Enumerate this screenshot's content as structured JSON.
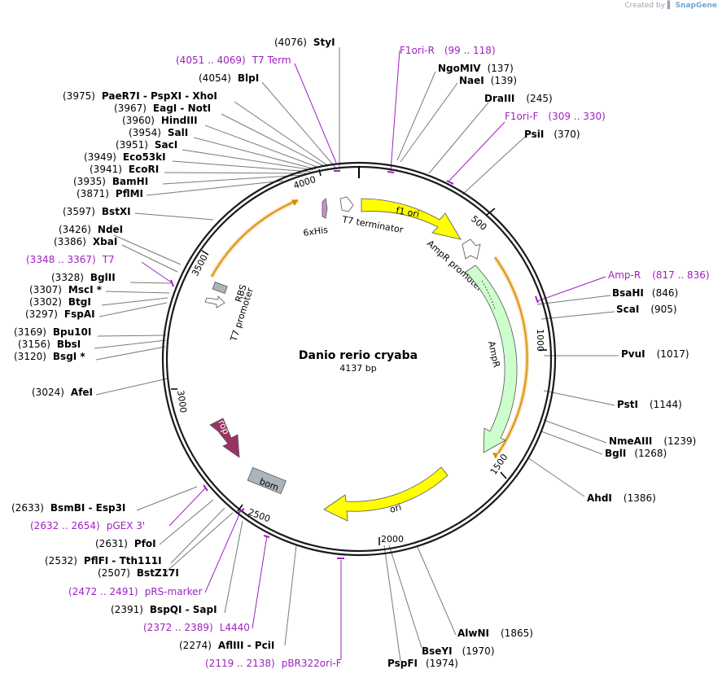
{
  "plasmid": {
    "name": "Danio rerio cryaba",
    "length": "4137 bp"
  },
  "watermark": {
    "prefix": "Created by",
    "brand": "SnapGene"
  },
  "ticks": [
    "500",
    "1000",
    "1500",
    "2000",
    "2500",
    "3000",
    "3500",
    "4000"
  ],
  "features": {
    "f1ori": "f1 ori",
    "ampr": "AmpR",
    "ampr_promoter": "AmpR promoter",
    "ori": "ori",
    "bom": "bom",
    "rop": "rop",
    "t7_promoter": "T7 promoter",
    "rbs": "RBS",
    "his": "6xHis",
    "t7_terminator": "T7 terminator"
  },
  "enzymes_left": [
    {
      "pos": "(4076)",
      "name": "StyI"
    },
    {
      "pos": "(4054)",
      "name": "BlpI"
    },
    {
      "pos": "(3975)",
      "name": "PaeR7I  - PspXI  - XhoI"
    },
    {
      "pos": "(3967)",
      "name": "EagI  - NotI"
    },
    {
      "pos": "(3960)",
      "name": "HindIII"
    },
    {
      "pos": "(3954)",
      "name": "SalI"
    },
    {
      "pos": "(3951)",
      "name": "SacI"
    },
    {
      "pos": "(3949)",
      "name": "Eco53kI"
    },
    {
      "pos": "(3941)",
      "name": "EcoRI"
    },
    {
      "pos": "(3935)",
      "name": "BamHI"
    },
    {
      "pos": "(3871)",
      "name": "PflMI"
    },
    {
      "pos": "(3597)",
      "name": "BstXI"
    },
    {
      "pos": "(3426)",
      "name": "NdeI"
    },
    {
      "pos": "(3386)",
      "name": "XbaI"
    },
    {
      "pos": "(3328)",
      "name": "BglII"
    },
    {
      "pos": "(3307)",
      "name": "MscI *"
    },
    {
      "pos": "(3302)",
      "name": "BtgI"
    },
    {
      "pos": "(3297)",
      "name": "FspAI"
    },
    {
      "pos": "(3169)",
      "name": "Bpu10I"
    },
    {
      "pos": "(3156)",
      "name": "BbsI"
    },
    {
      "pos": "(3120)",
      "name": "BsgI *"
    },
    {
      "pos": "(3024)",
      "name": "AfeI"
    },
    {
      "pos": "(2633)",
      "name": "BsmBI  - Esp3I"
    },
    {
      "pos": "(2631)",
      "name": "PfoI"
    },
    {
      "pos": "(2532)",
      "name": "PflFI  - Tth111I"
    },
    {
      "pos": "(2507)",
      "name": "BstZ17I"
    },
    {
      "pos": "(2391)",
      "name": "BspQI  - SapI"
    },
    {
      "pos": "(2274)",
      "name": "AflIII  - PciI"
    }
  ],
  "enzymes_right": [
    {
      "name": "NgoMIV",
      "pos": "(137)"
    },
    {
      "name": "NaeI",
      "pos": "(139)"
    },
    {
      "name": "DraIII",
      "pos": "(245)"
    },
    {
      "name": "PsiI",
      "pos": "(370)"
    },
    {
      "name": "BsaHI",
      "pos": "(846)"
    },
    {
      "name": "ScaI",
      "pos": "(905)"
    },
    {
      "name": "PvuI",
      "pos": "(1017)"
    },
    {
      "name": "PstI",
      "pos": "(1144)"
    },
    {
      "name": "NmeAIII",
      "pos": "(1239)"
    },
    {
      "name": "BglI",
      "pos": "(1268)"
    },
    {
      "name": "AhdI",
      "pos": "(1386)"
    },
    {
      "name": "AlwNI",
      "pos": "(1865)"
    },
    {
      "name": "BseYI",
      "pos": "(1970)"
    },
    {
      "name": "PspFI",
      "pos": "(1974)"
    }
  ],
  "primers": [
    {
      "range": "(4051 .. 4069)",
      "name": "T7 Term"
    },
    {
      "range": "(3348 .. 3367)",
      "name": "T7"
    },
    {
      "range": "(2632 .. 2654)",
      "name": "pGEX 3'"
    },
    {
      "range": "(2472 .. 2491)",
      "name": "pRS-marker"
    },
    {
      "range": "(2372 .. 2389)",
      "name": "L4440"
    },
    {
      "range": "(2119 .. 2138)",
      "name": "pBR322ori-F"
    },
    {
      "name": "F1ori-R",
      "range": "(99 .. 118)"
    },
    {
      "name": "F1ori-F",
      "range": "(309 .. 330)"
    },
    {
      "name": "Amp-R",
      "range": "(817 .. 836)"
    }
  ],
  "colors": {
    "backbone": "#1a1a1a",
    "f1ori": "#ffff00",
    "ampr": "#ccffcc",
    "ori": "#ffff00",
    "rop": "#993366",
    "bom": "#aab4bc",
    "primer": "#a020c0",
    "orf": "#d98a00"
  }
}
